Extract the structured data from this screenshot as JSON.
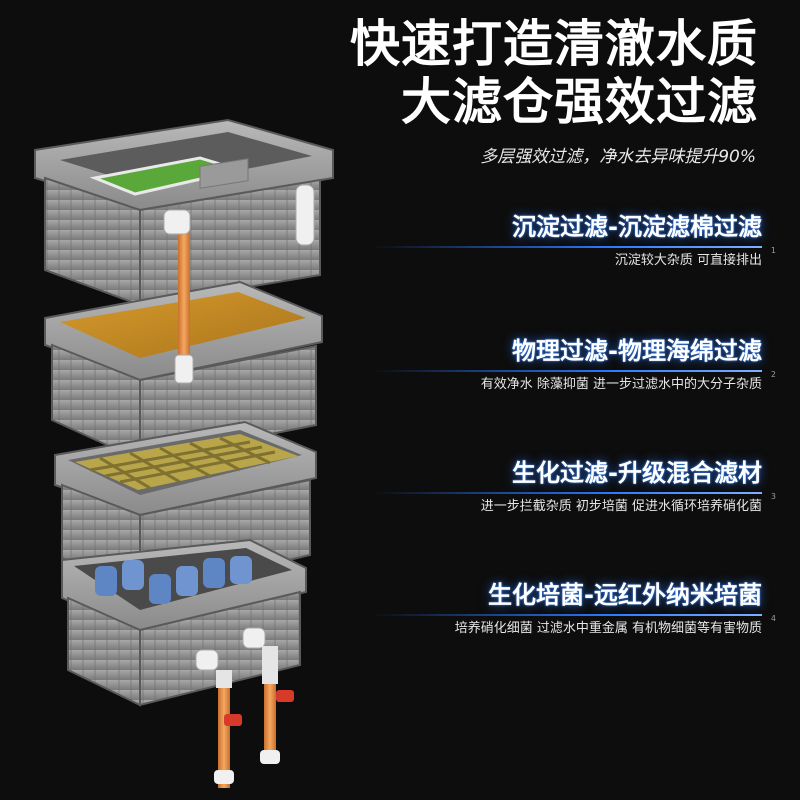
{
  "headline": {
    "line1": "快速打造清澈水质",
    "line2": "大滤仓强效过滤",
    "subtitle": "多层强效过滤，净水去异味提升90%"
  },
  "features": [
    {
      "number": "1",
      "title": "沉淀过滤-沉淀滤棉过滤",
      "desc": "沉淀较大杂质 可直接排出"
    },
    {
      "number": "2",
      "title": "物理过滤-物理海绵过滤",
      "desc": "有效净水 除藻抑菌 进一步过滤水中的大分子杂质"
    },
    {
      "number": "3",
      "title": "生化过滤-升级混合滤材",
      "desc": "进一步拦截杂质 初步培菌 促进水循环培养硝化菌"
    },
    {
      "number": "4",
      "title": "生化培菌-远红外纳米培菌",
      "desc": "培养硝化细菌 过滤水中重金属 有机物细菌等有害物质"
    }
  ],
  "colors": {
    "background": "#0d0d0d",
    "tray_gray": "#8e8e8e",
    "sponge_orange": "#c98f28",
    "cotton_green": "#5aa83a",
    "media_yellow": "#b9a54a",
    "bio_blue": "#5f86c4",
    "pipe_orange": "#e8944a",
    "valve_red": "#d83a2a",
    "accent_blue": "#2b78ff"
  }
}
